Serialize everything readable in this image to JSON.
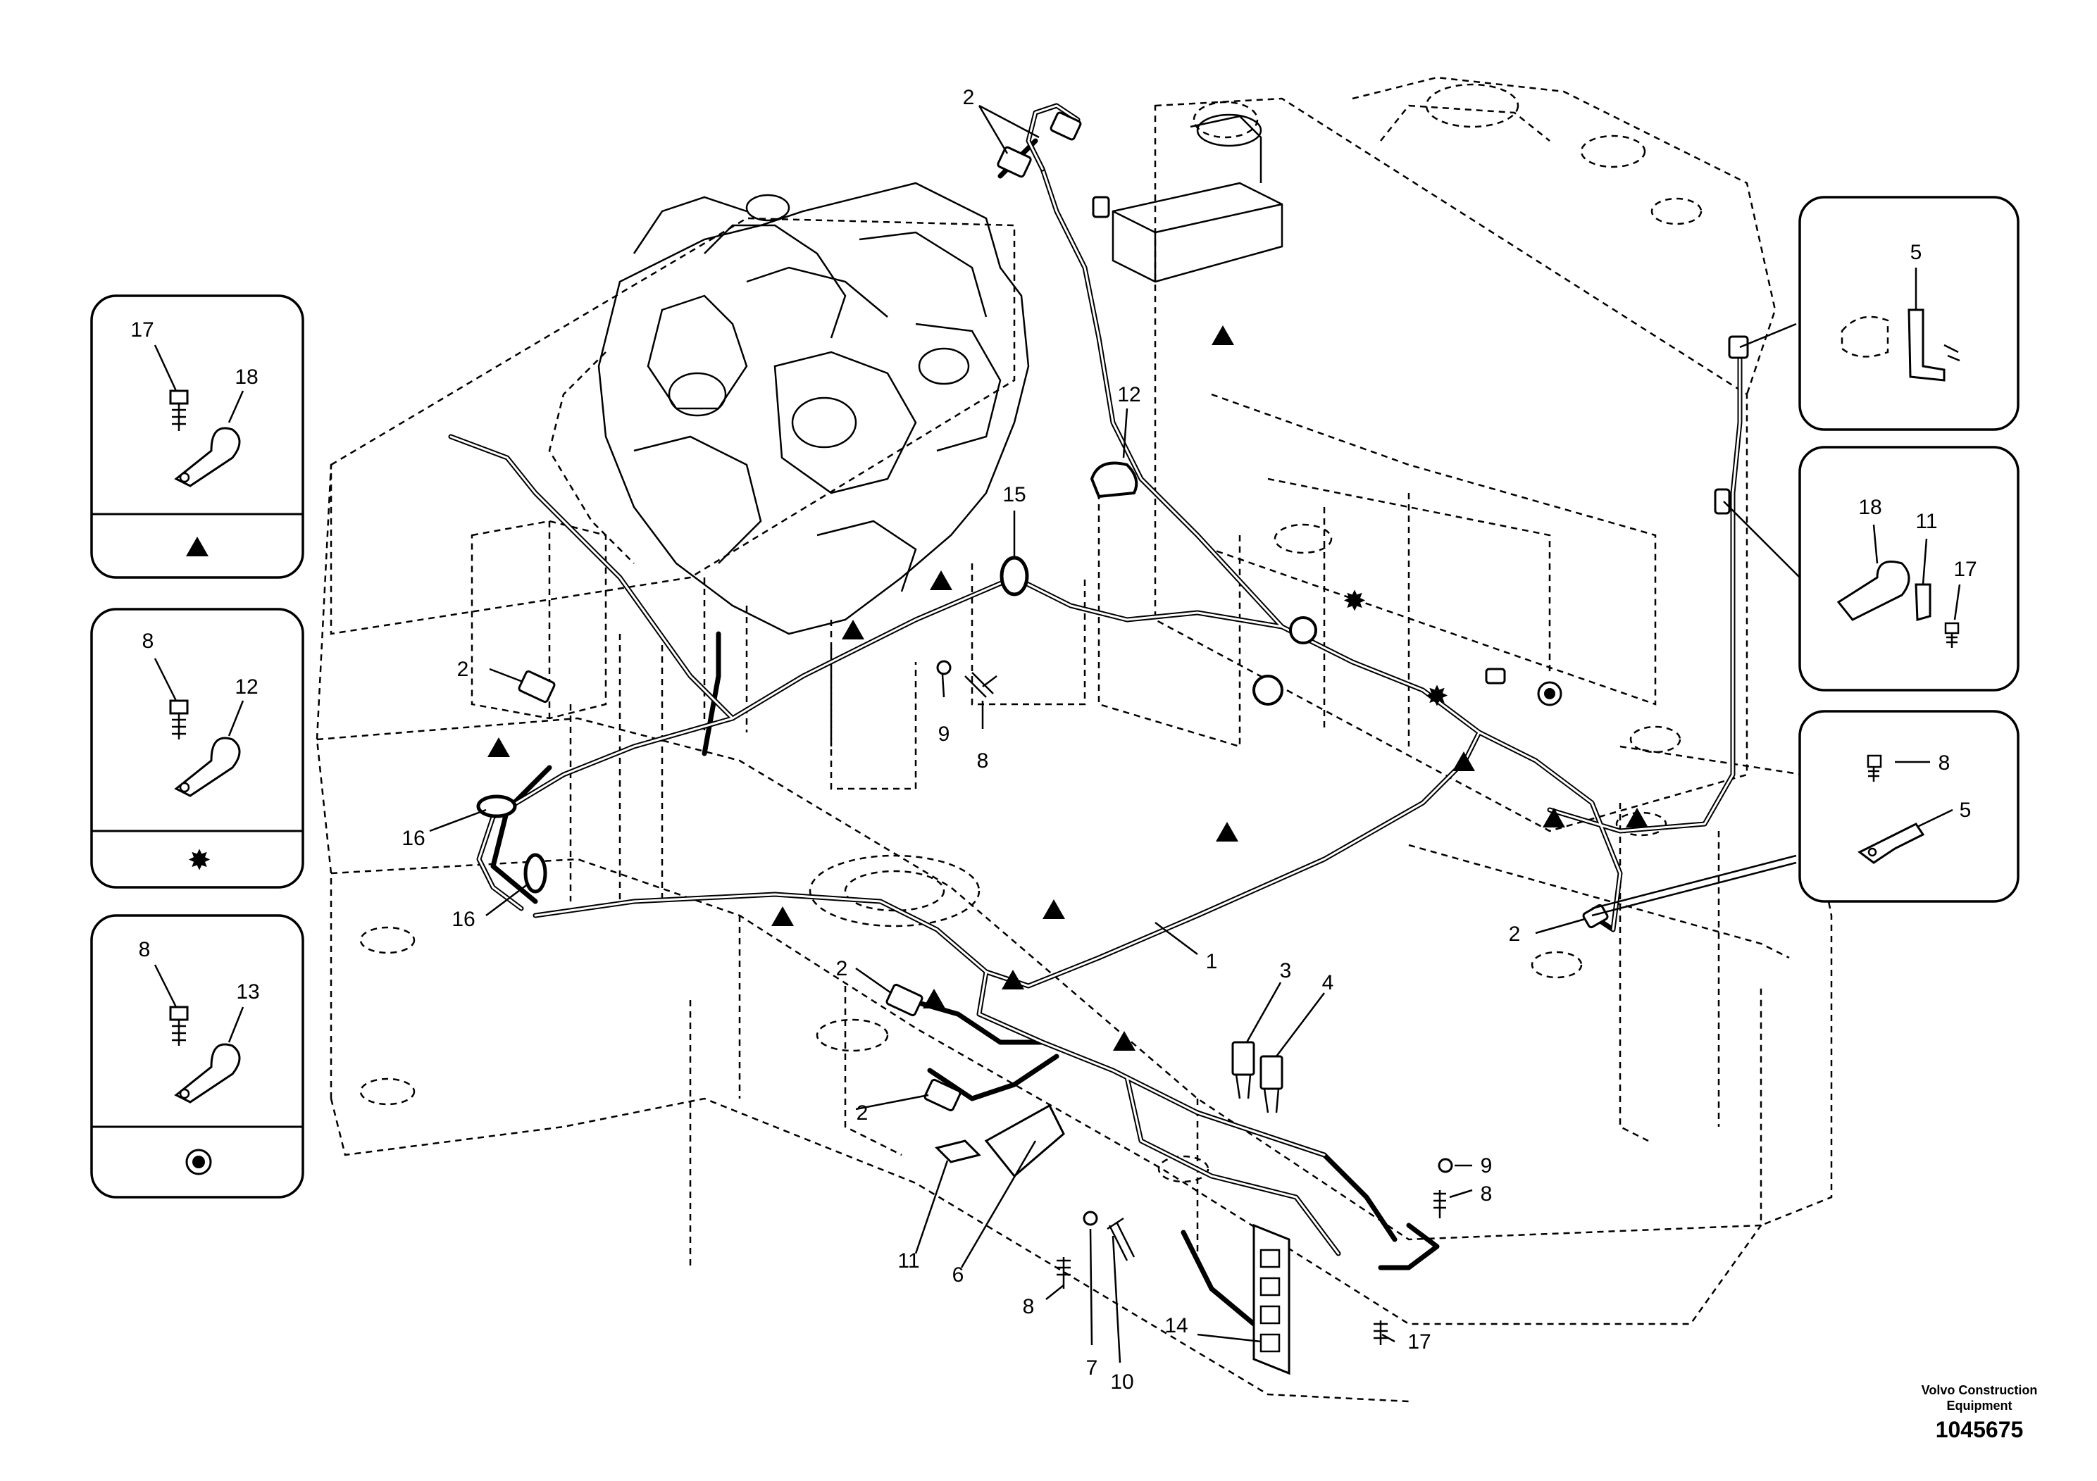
{
  "callouts": [
    "1",
    "2",
    "3",
    "4",
    "5",
    "6",
    "7",
    "8",
    "9",
    "10",
    "11",
    "12",
    "13",
    "14",
    "15",
    "16",
    "17",
    "18"
  ],
  "legend_symbols": {
    "triangle": "triangle-symbol",
    "star": "star-symbol",
    "circle": "circle-dot-symbol"
  },
  "detail_boxes": [
    {
      "labels": [
        "17",
        "18"
      ],
      "symbol": "triangle"
    },
    {
      "labels": [
        "8",
        "12"
      ],
      "symbol": "star"
    },
    {
      "labels": [
        "8",
        "13"
      ],
      "symbol": "circle"
    },
    {
      "labels": [
        "5"
      ]
    },
    {
      "labels": [
        "18",
        "11",
        "17"
      ]
    },
    {
      "labels": [
        "8",
        "5"
      ]
    }
  ],
  "footer": {
    "maker_line1": "Volvo Construction",
    "maker_line2": "Equipment",
    "drawing_number": "1045675"
  }
}
